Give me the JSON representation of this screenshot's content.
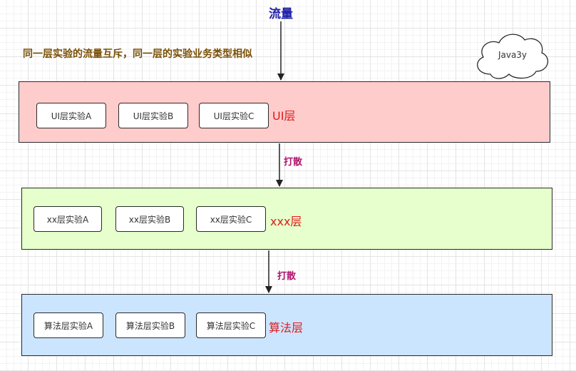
{
  "title": "流量",
  "note": "同一层实验的流量互斥，同一层的实验业务类型相似",
  "watermark": "Java3y",
  "colors": {
    "title": "#1f1fa8",
    "note": "#7a4f06",
    "layer_label": "#e01b1b",
    "scatter_label": "#b0126e",
    "ui_layer_fill": "#ffcccc",
    "xx_layer_fill": "#e6ffcc",
    "algo_layer_fill": "#cce5ff"
  },
  "layers": [
    {
      "label": "UI层",
      "experiments": [
        "UI层实验A",
        "UI层实验B",
        "UI层实验C"
      ]
    },
    {
      "label": "xxx层",
      "experiments": [
        "xx层实验A",
        "xx层实验B",
        "xx层实验C"
      ]
    },
    {
      "label": "算法层",
      "experiments": [
        "算法层实验A",
        "算法层实验B",
        "算法层实验C"
      ]
    }
  ],
  "connectors": [
    {
      "label": "打散"
    },
    {
      "label": "打散"
    }
  ]
}
